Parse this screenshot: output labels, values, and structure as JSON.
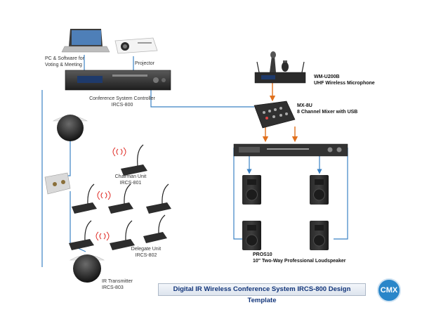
{
  "labels": {
    "pc_software": [
      "PC & Software for",
      "Voting & Meeting"
    ],
    "projector": "Projector",
    "controller": [
      "Conference System Controller",
      "IRCS-800"
    ],
    "mic_model": "WM-U200B",
    "mic_desc": "UHF Wireless Microphone",
    "mixer_model": "MX-8U",
    "mixer_desc": "8 Channel Mixer with USB",
    "chairman": [
      "Chairman Unit",
      "IRCS-801"
    ],
    "delegate": [
      "Delegate Unit",
      "IRCS-802"
    ],
    "ir_transmitter": [
      "IR Transmitter",
      "IRCS-803"
    ],
    "speaker_model": "PROS10",
    "speaker_desc": "10\" Two-Way Professional Loudspeaker"
  },
  "title": "Digital IR Wireless Conference System IRCS-800 Design Template",
  "logo": "CMX",
  "colors": {
    "cable_blue": "#3b82c4",
    "audio_orange": "#e0701c",
    "title_text": "#12357a",
    "logo_bg": "#2a86c9"
  }
}
